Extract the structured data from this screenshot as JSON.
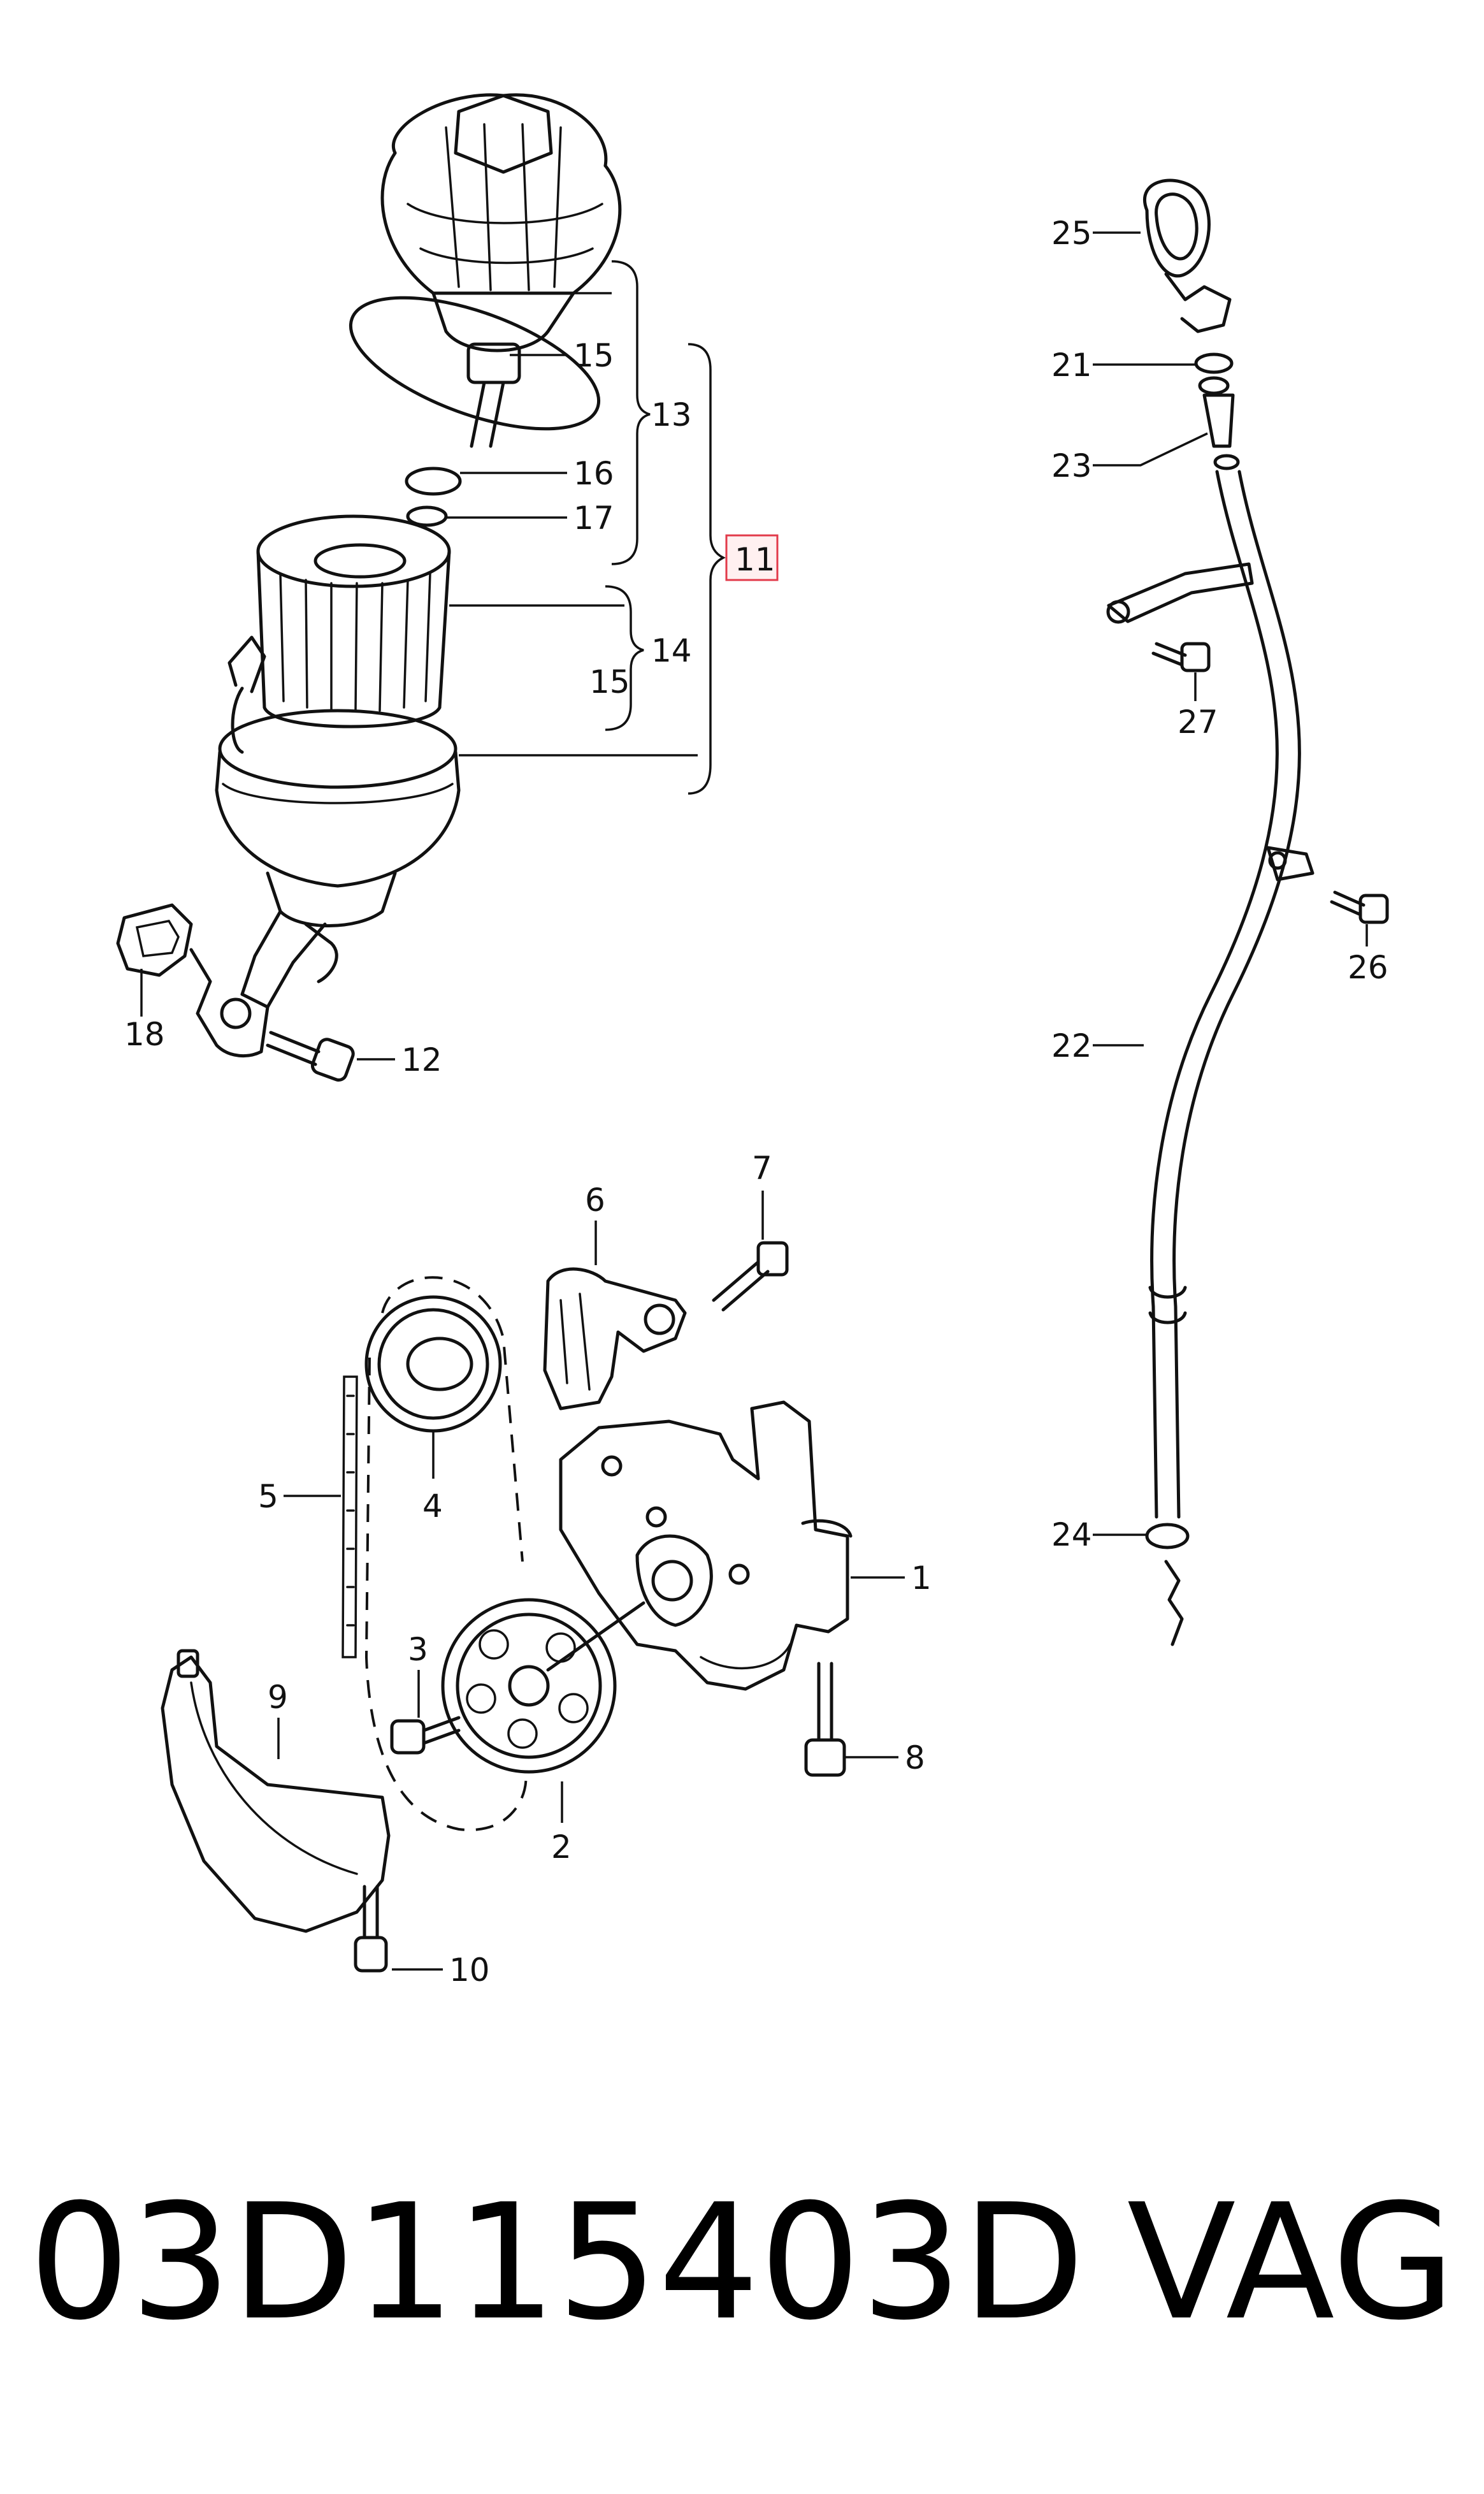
{
  "callouts": {
    "c1": "1",
    "c2": "2",
    "c3": "3",
    "c4": "4",
    "c5": "5",
    "c6": "6",
    "c7": "7",
    "c8": "8",
    "c9": "9",
    "c10": "10",
    "c11": "11",
    "c12": "12",
    "c13": "13",
    "c14": "14",
    "c15a": "15",
    "c15b": "15",
    "c16": "16",
    "c17": "17",
    "c18": "18",
    "c21": "21",
    "c22": "22",
    "c23": "23",
    "c24": "24",
    "c25": "25",
    "c26": "26",
    "c27": "27"
  },
  "highlight": {
    "color": "#e23a4a",
    "label": "11"
  },
  "footer": {
    "part_number": "03D115403D",
    "brand": "VAG"
  }
}
